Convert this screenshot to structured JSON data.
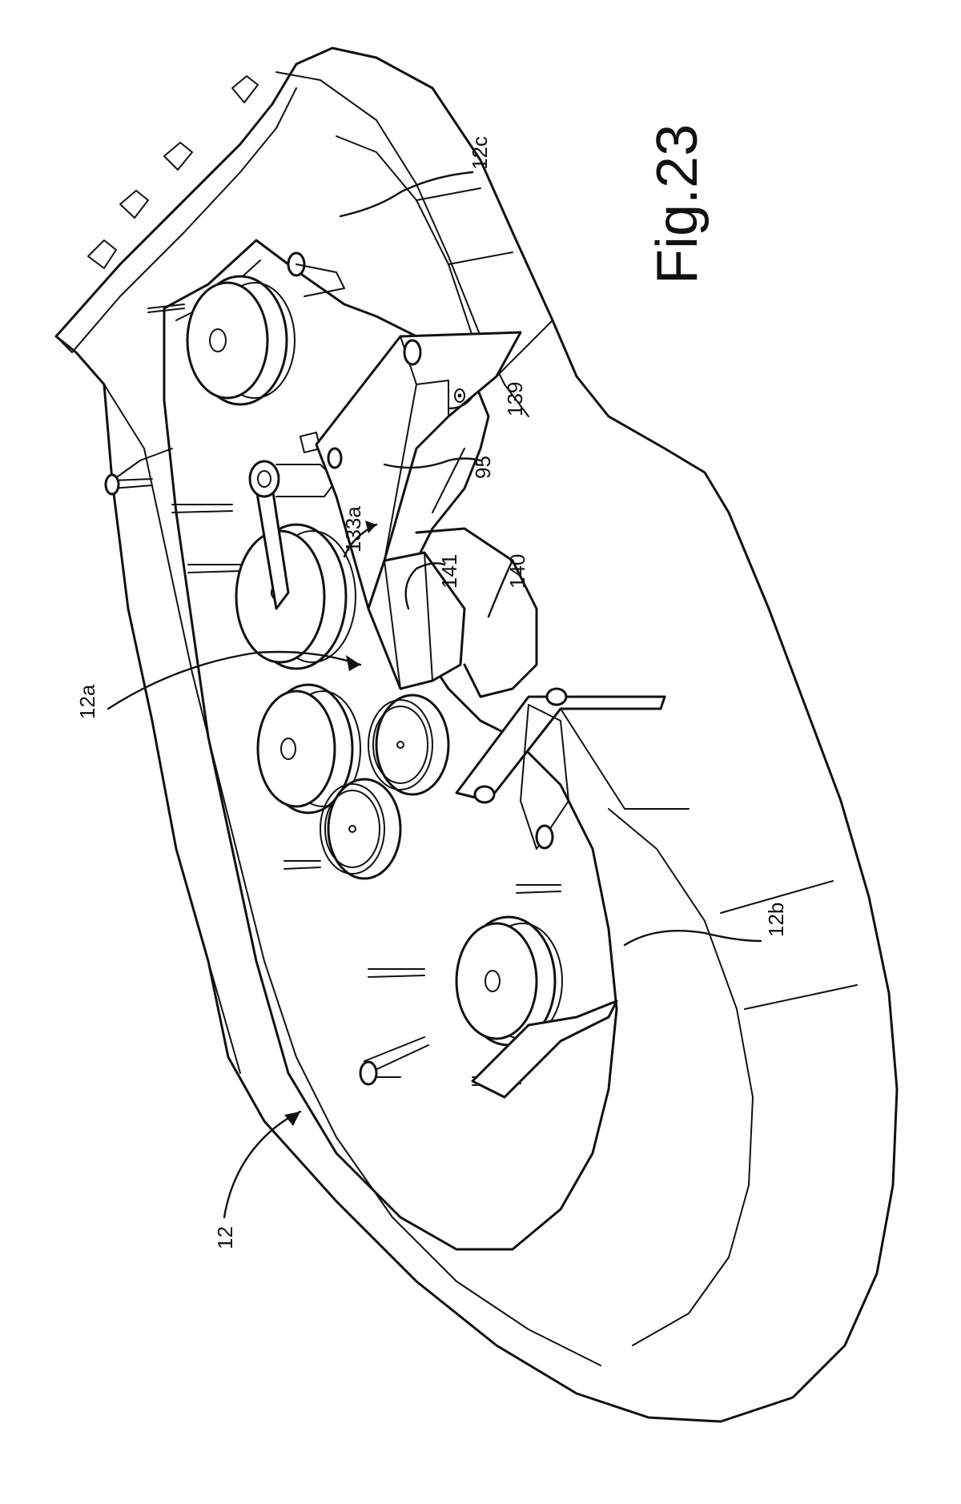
{
  "figure": {
    "caption": "Fig.23"
  },
  "reference_labels": {
    "deck": "12",
    "deck_top": "12a",
    "right_housing": "12b",
    "left_housing": "12c",
    "bracket": "95",
    "chute_opening": "133a",
    "fastener": "139",
    "shroud": "140",
    "baffle": "141"
  }
}
